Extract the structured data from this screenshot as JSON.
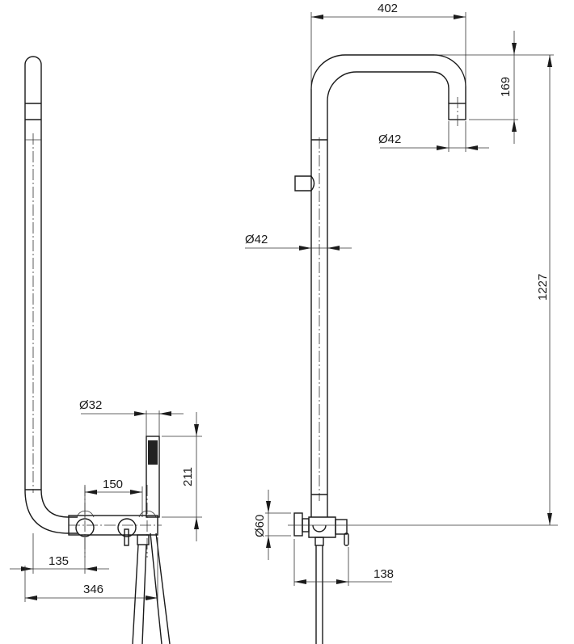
{
  "drawing": {
    "left_view": {
      "dimensions": {
        "hand_shower_diameter": "Ø32",
        "hand_shower_height": "211",
        "mixer_spacing": "150",
        "pipe_to_mixer": "135",
        "overall_width": "346"
      }
    },
    "right_view": {
      "dimensions": {
        "head_arm_width": "402",
        "head_drop": "169",
        "outlet_diameter": "Ø42",
        "pipe_diameter": "Ø42",
        "total_height": "1227",
        "valve_diameter": "Ø60",
        "projection": "138"
      }
    },
    "line_color": "#1a1a1a"
  }
}
